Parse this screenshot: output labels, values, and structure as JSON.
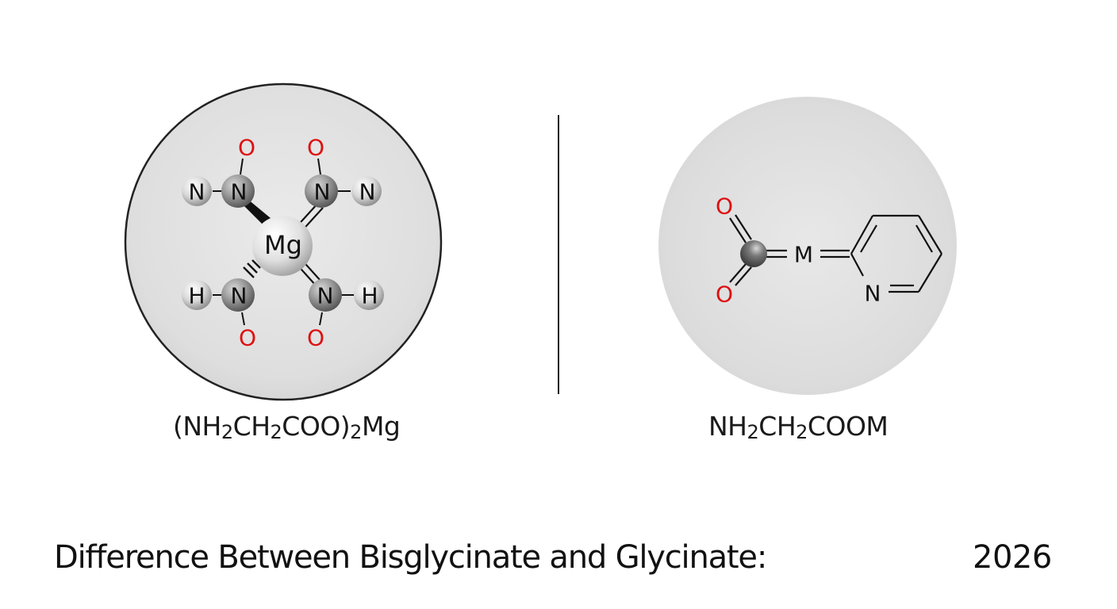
{
  "caption": {
    "title": "Difference Between Bisglycinate and Glycinate:",
    "year": "2026"
  },
  "colors": {
    "background": "#ffffff",
    "circle_fill": "#e3e3e3",
    "circle_border": "#222222",
    "oxygen": "#dd1111",
    "text": "#111111",
    "divider": "#222222"
  },
  "left_molecule": {
    "name": "bisglycinate",
    "formula_parts": {
      "open_paren": "(NH",
      "sub1": "2",
      "mid1": "CH",
      "sub2": "2",
      "mid2": "COO)",
      "sub3": "2",
      "end": "Mg"
    },
    "center_atom": "Mg",
    "atoms": {
      "o_top_left": "O",
      "o_top_right": "O",
      "o_bottom_left": "O",
      "o_bottom_right": "O",
      "n_outer_top_left": "N",
      "n_inner_top_left": "N",
      "n_inner_top_right": "N",
      "n_outer_top_right": "N",
      "h_bottom_left": "H",
      "n_inner_bottom_left": "N",
      "n_inner_bottom_right": "N",
      "h_bottom_right": "H"
    }
  },
  "right_molecule": {
    "name": "glycinate",
    "formula_parts": {
      "start": "NH",
      "sub1": "2",
      "mid": "CH",
      "sub2": "2",
      "end": "COOM"
    },
    "atoms": {
      "o_top": "O",
      "o_bottom": "O",
      "metal": "M",
      "ring_n": "N"
    }
  }
}
